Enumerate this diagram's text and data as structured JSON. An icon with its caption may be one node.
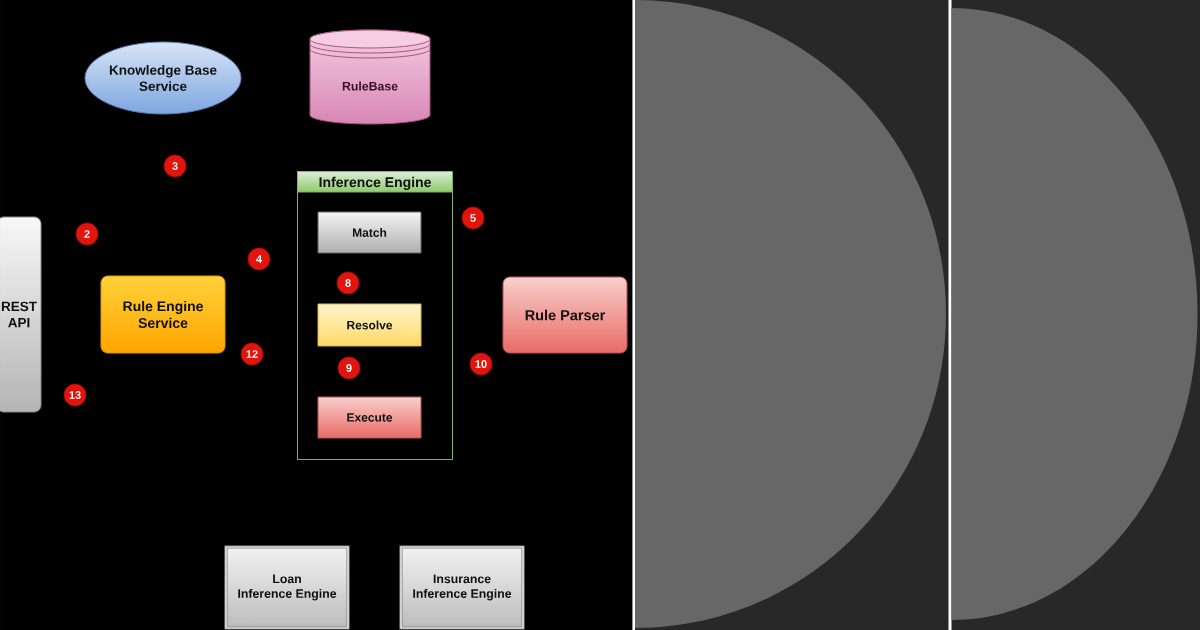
{
  "diagram": {
    "nodes": [
      {
        "text": [
          "Knowledge Base Service"
        ]
      },
      {
        "text": [
          "RuleBase"
        ]
      },
      {
        "text": [
          "REST API"
        ]
      },
      {
        "text": [
          "Rule Engine Service"
        ]
      },
      {
        "text": [
          "Inference Engine"
        ]
      },
      {
        "text": [
          "Match"
        ],
        "in": 4
      },
      {
        "text": [
          "Resolve"
        ],
        "in": 4
      },
      {
        "text": [
          "Execute"
        ],
        "in": 4
      },
      {
        "text": [
          "Rule Parser"
        ]
      },
      {
        "text": [
          "Loan Inference Engine"
        ]
      },
      {
        "text": [
          "Insurance Inference Engine"
        ]
      }
    ],
    "labels": [
      "3",
      "5",
      "2",
      "4",
      "8",
      "12",
      "10",
      "9",
      "13"
    ]
  }
}
